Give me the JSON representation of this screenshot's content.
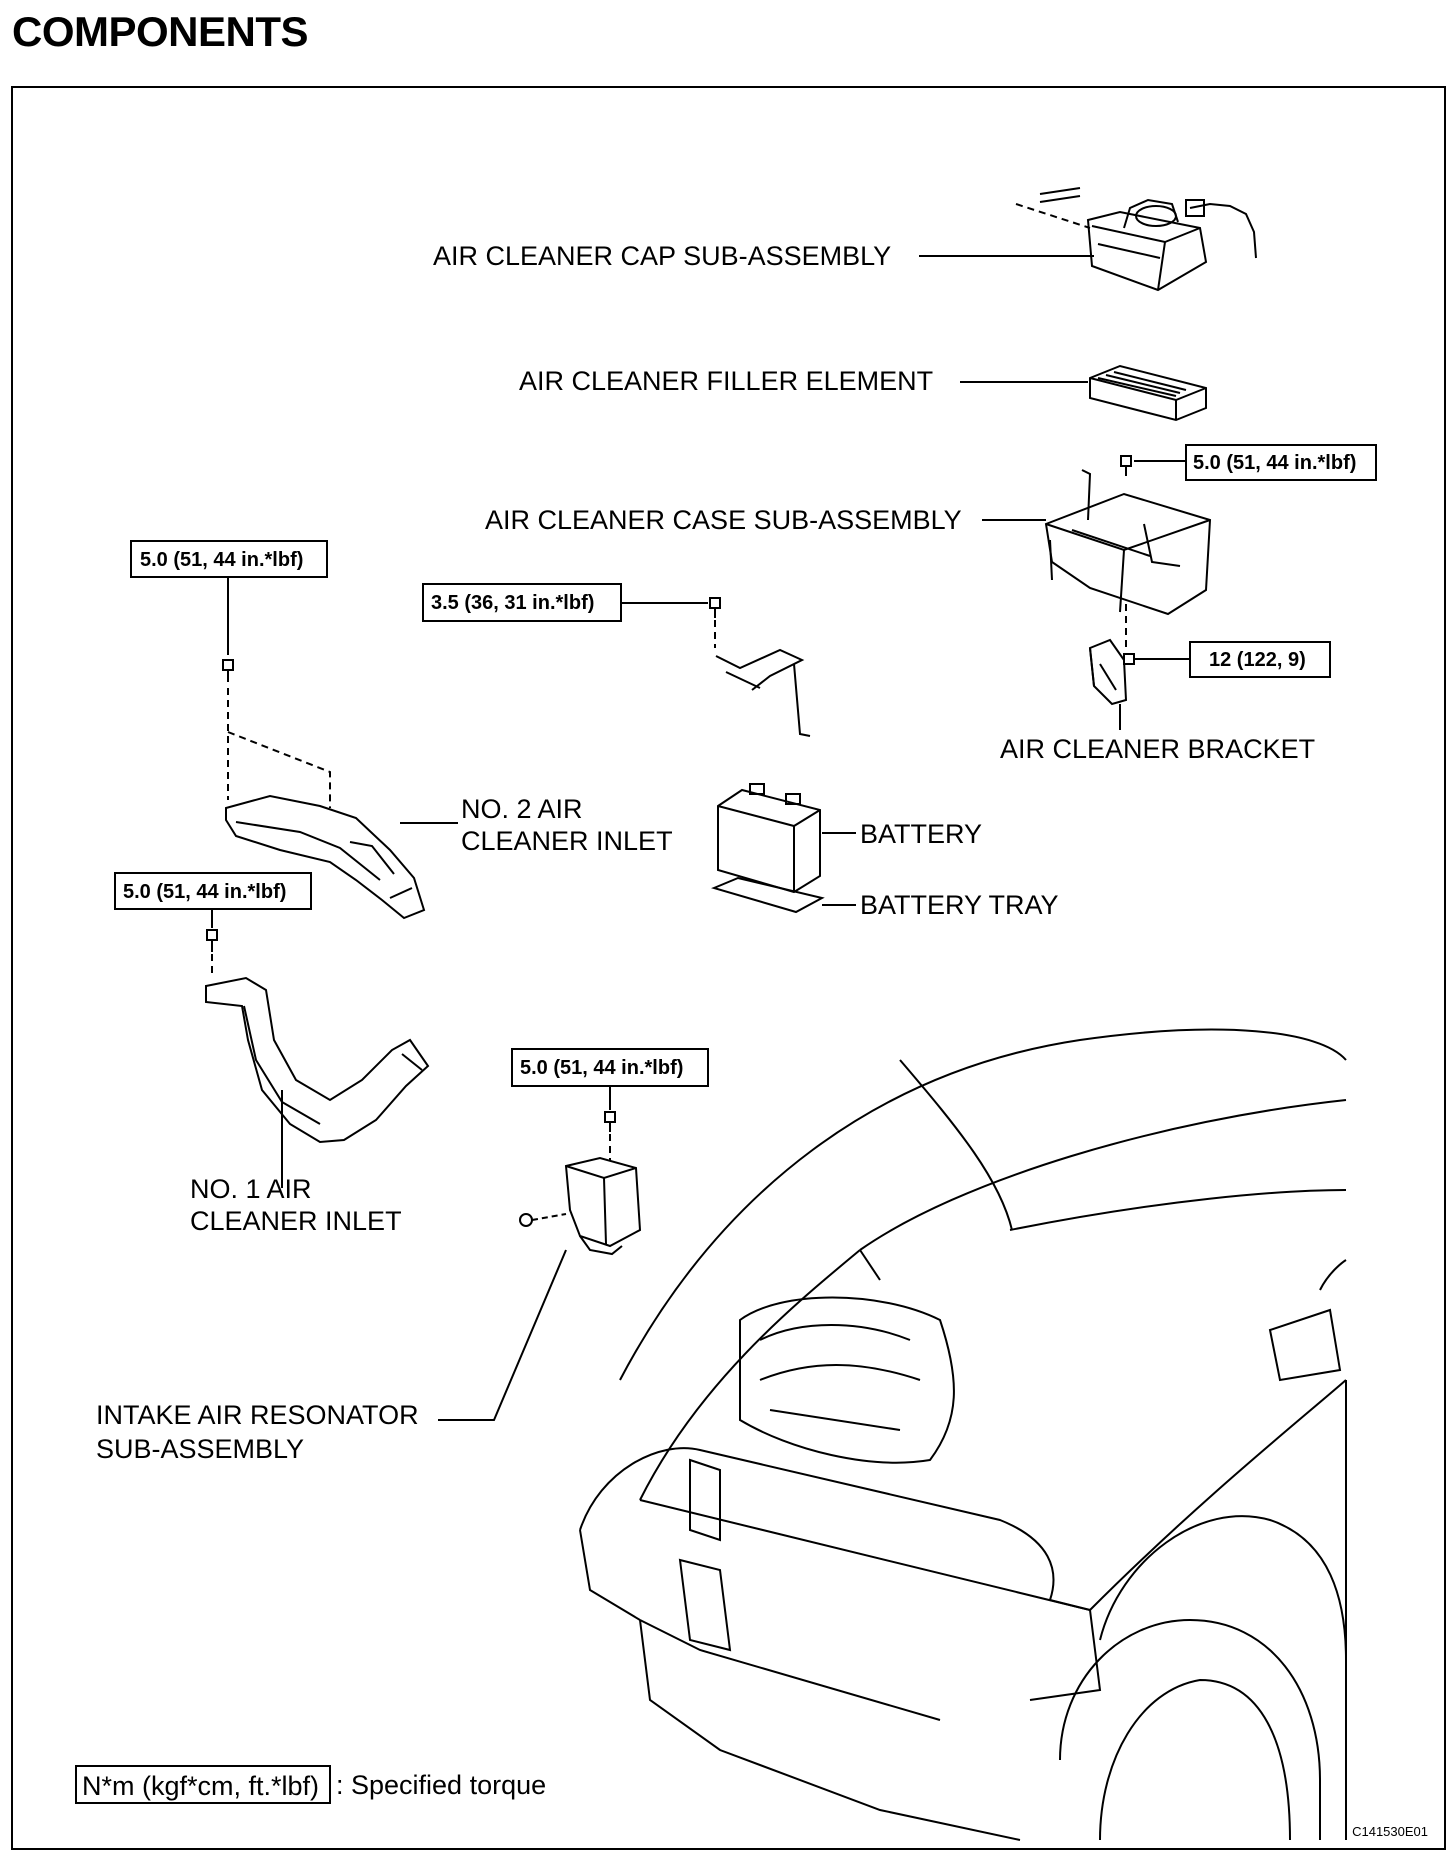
{
  "title": "COMPONENTS",
  "labels": {
    "cap": "AIR CLEANER CAP SUB-ASSEMBLY",
    "filler": "AIR CLEANER FILLER ELEMENT",
    "case": "AIR CLEANER CASE SUB-ASSEMBLY",
    "bracket": "AIR CLEANER BRACKET",
    "no2_line1": "NO. 2 AIR",
    "no2_line2": "CLEANER INLET",
    "battery": "BATTERY",
    "battery_tray": "BATTERY TRAY",
    "no1_line1": "NO. 1 AIR",
    "no1_line2": "CLEANER INLET",
    "resonator_line1": "INTAKE AIR RESONATOR",
    "resonator_line2": "SUB-ASSEMBLY"
  },
  "torques": {
    "case_bolt": "5.0 (51, 44 in.*lbf)",
    "bracket_bolt": "12 (122, 9)",
    "no2_inlet_bolt": "5.0 (51, 44 in.*lbf)",
    "battery_clamp_bolt": "3.5 (36, 31 in.*lbf)",
    "no1_inlet_bolt": "5.0 (51, 44 in.*lbf)",
    "resonator_bolt": "5.0 (51, 44 in.*lbf)"
  },
  "legend": {
    "unit": "N*m (kgf*cm, ft.*lbf)",
    "description": ": Specified torque"
  },
  "figure_code": "C141530E01"
}
